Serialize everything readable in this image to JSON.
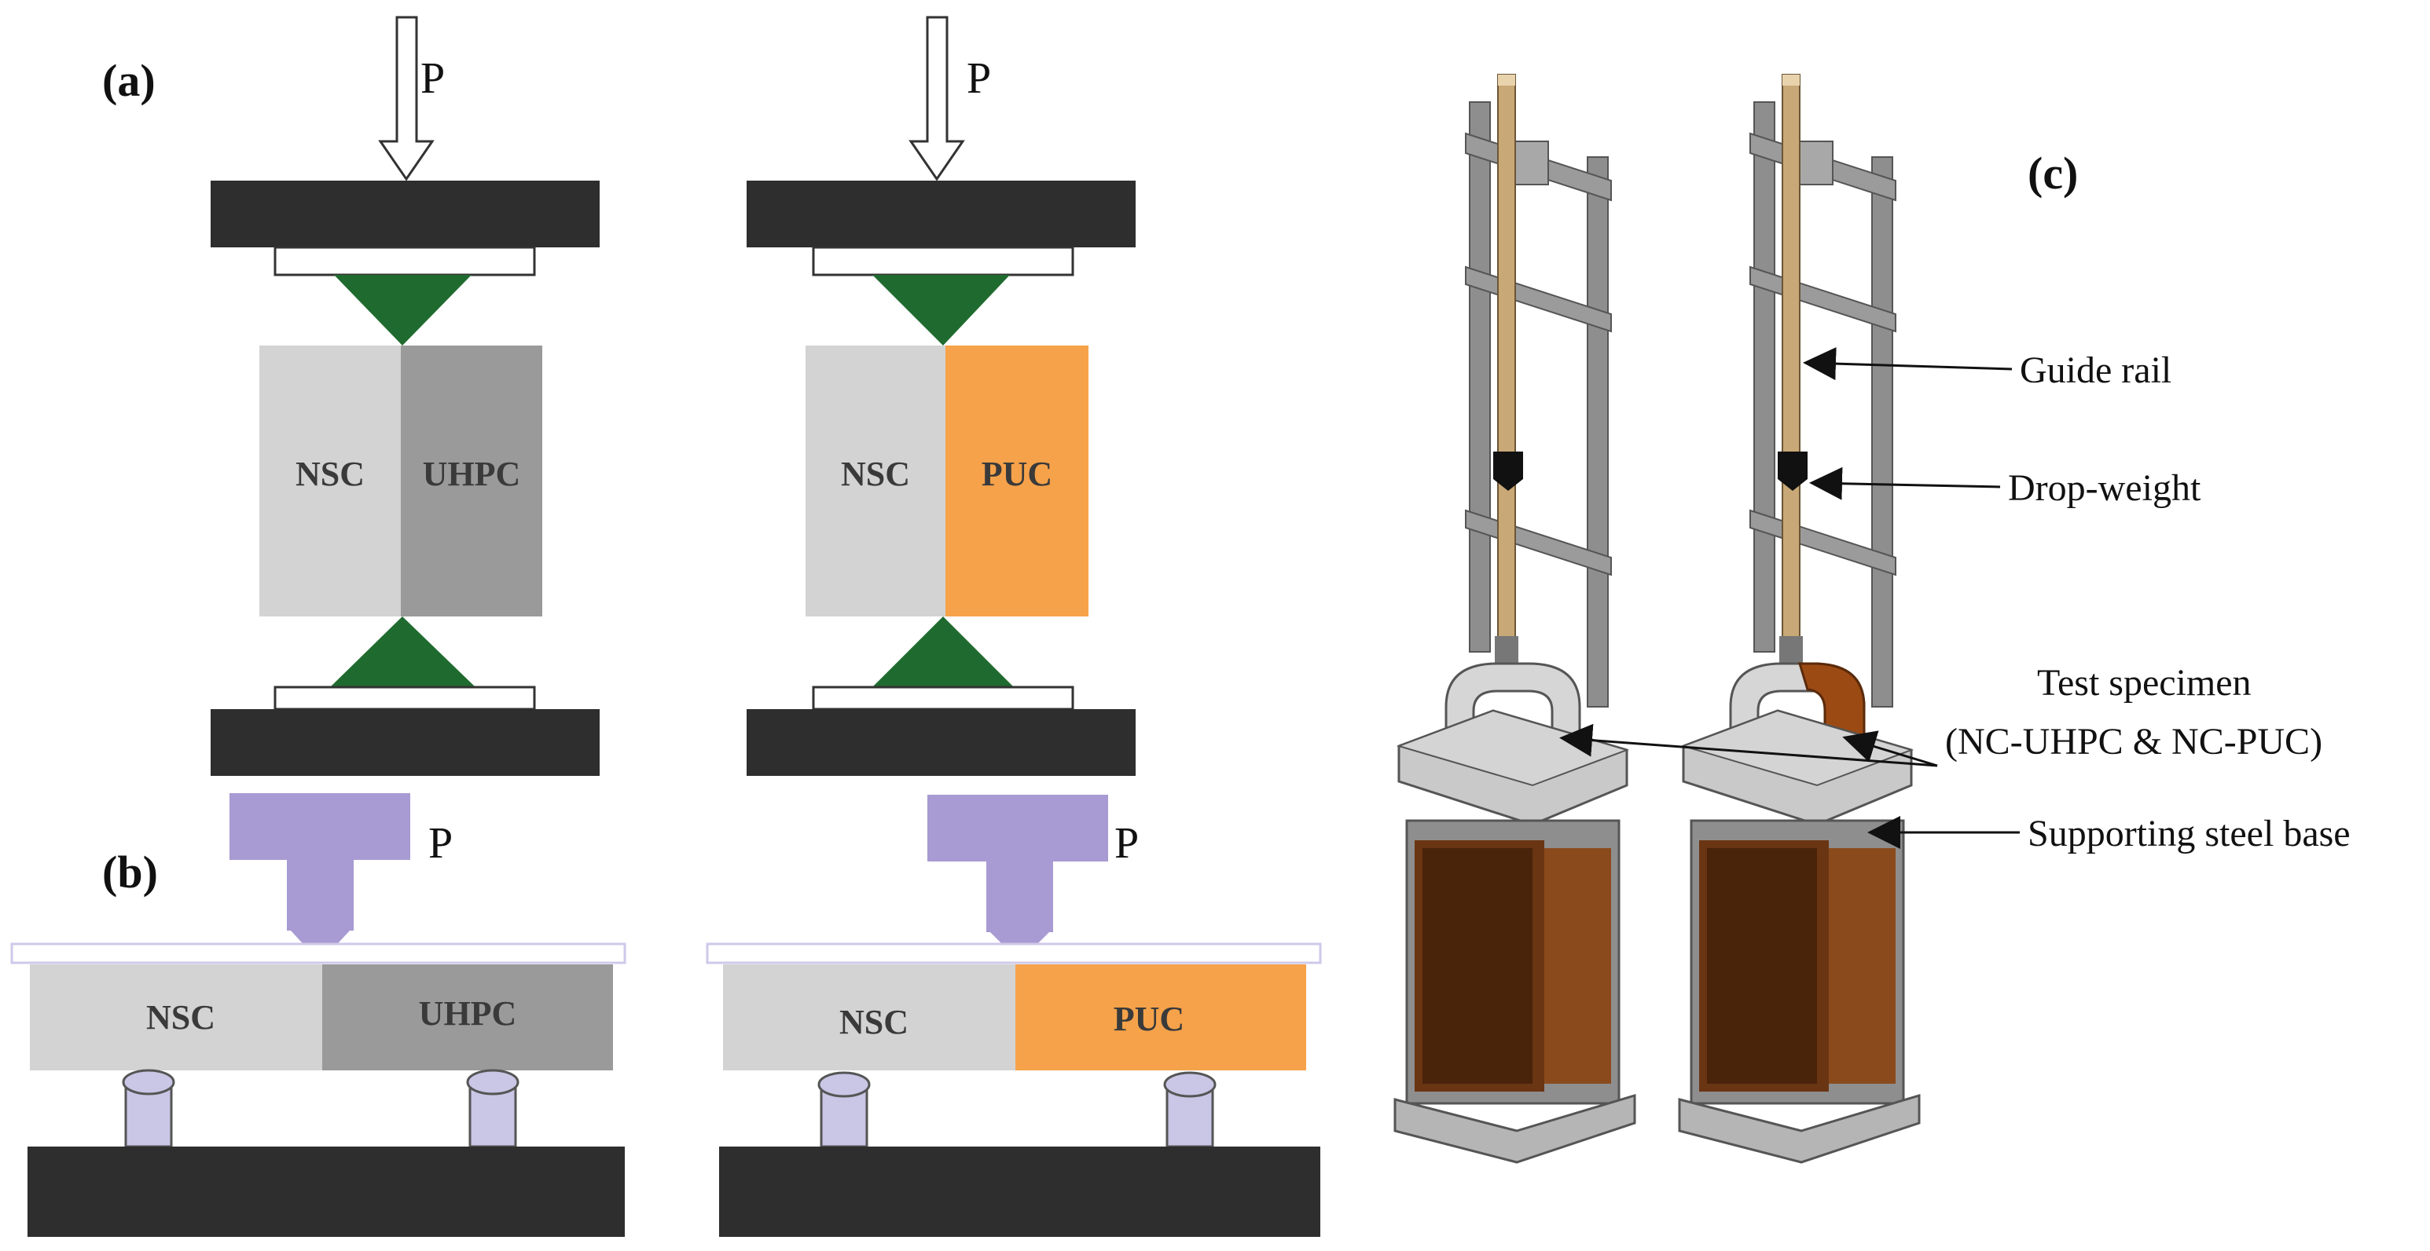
{
  "panels": {
    "a": {
      "label": "(a)",
      "load": "P",
      "specimen_left": {
        "nsc": "NSC",
        "other": "UHPC"
      },
      "specimen_right": {
        "nsc": "NSC",
        "other": "PUC"
      }
    },
    "b": {
      "label": "(b)",
      "load": "P",
      "beam_left": {
        "nsc": "NSC",
        "other": "UHPC"
      },
      "beam_right": {
        "nsc": "NSC",
        "other": "PUC"
      }
    },
    "c": {
      "label": "(c)",
      "callouts": {
        "guide_rail": "Guide rail",
        "drop_weight": "Drop-weight",
        "specimen_line1": "Test specimen",
        "specimen_line2": "(NC-UHPC & NC-PUC)",
        "base": "Supporting steel base"
      }
    }
  },
  "colors": {
    "steel_plate": "#2e2e2e",
    "wedge": "#1f6b2f",
    "nsc": "#d3d3d3",
    "uhpc": "#9a9a9a",
    "puc": "#f6a24a",
    "actuator": "#a89ad2",
    "support_roller": "#c9c6e6",
    "frame": "#8e8e8e",
    "frame_dark": "#5a5a5a",
    "rail": "#c9a877",
    "box": "#6a3512",
    "box_front": "#4a230b",
    "u_specimen_nc": "#d6d6d6",
    "u_specimen_puc": "#9c4a14"
  }
}
